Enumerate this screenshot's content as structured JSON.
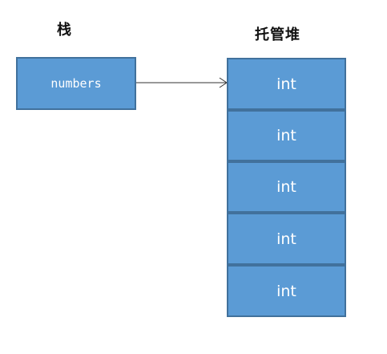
{
  "stack": {
    "title": "栈",
    "variable": "numbers"
  },
  "heap": {
    "title": "托管堆",
    "cells": [
      "int",
      "int",
      "int",
      "int",
      "int"
    ]
  },
  "colors": {
    "box_fill": "#5b9bd5",
    "box_border": "#41719c",
    "box_text": "#ffffff",
    "label_text": "#111111",
    "arrow": "#333333"
  }
}
